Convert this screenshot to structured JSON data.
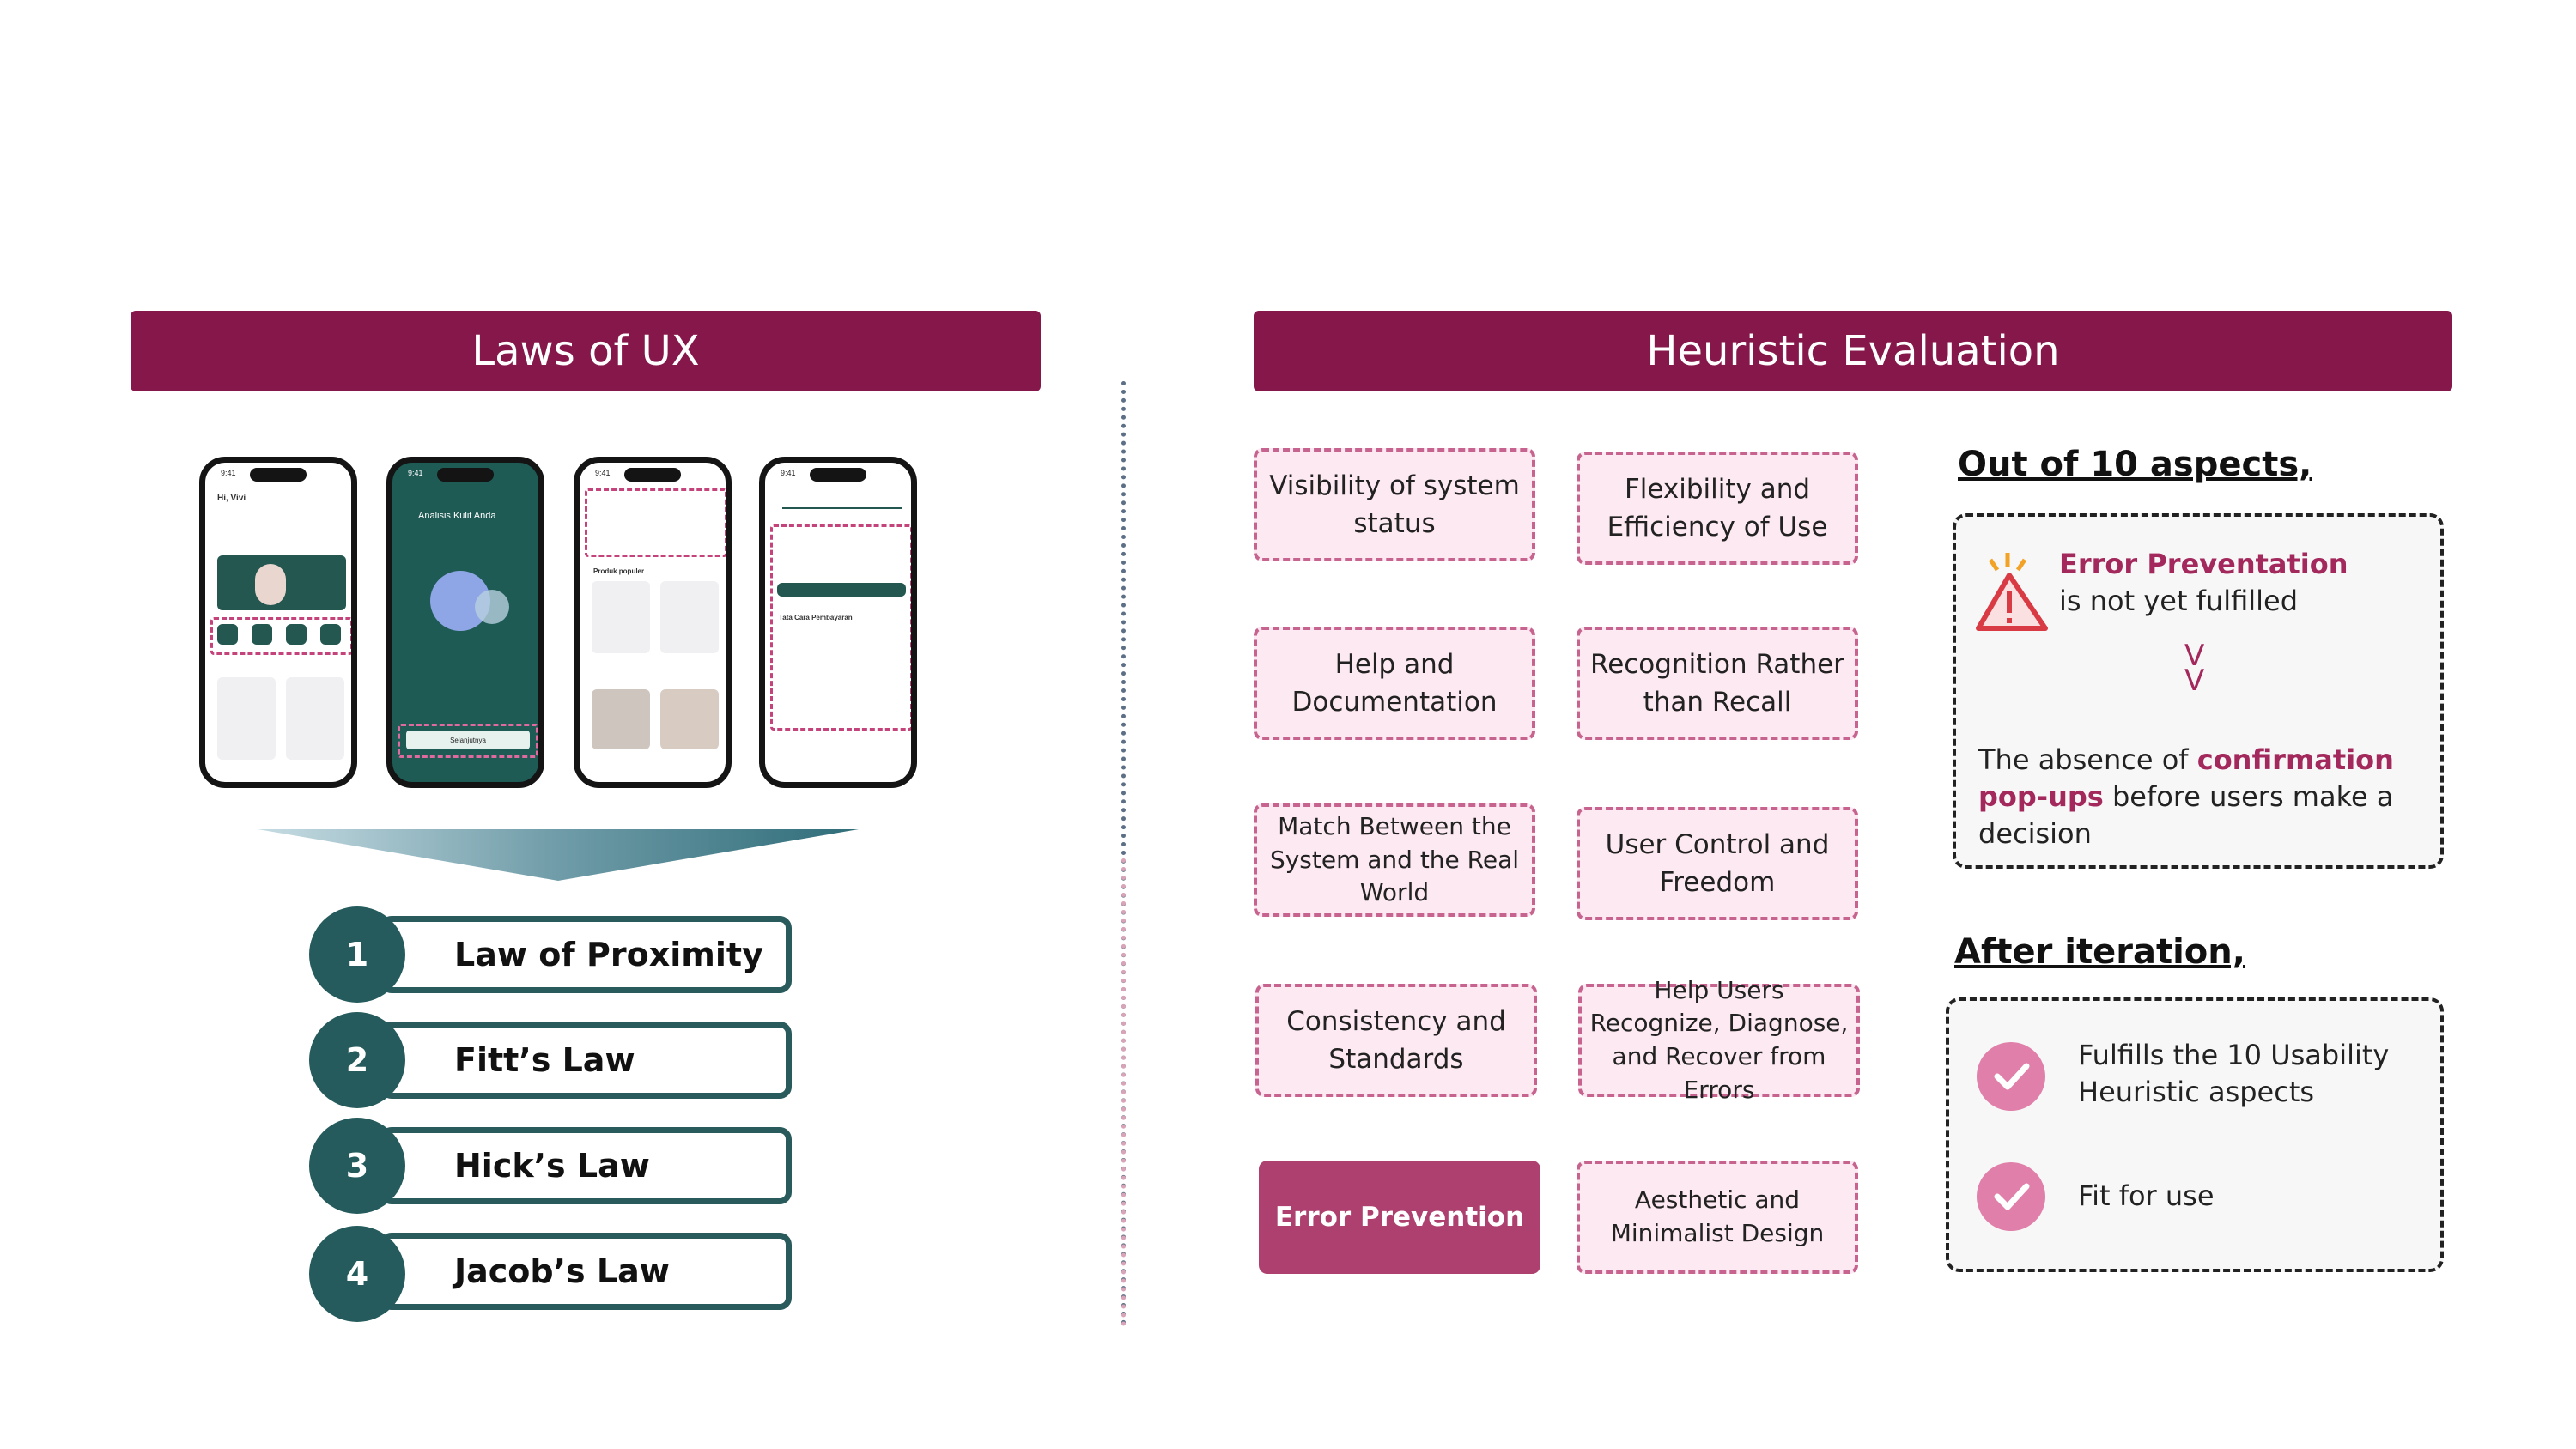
{
  "laws_panel": {
    "title": "Laws of UX",
    "phones": [
      {
        "screen": "home",
        "time": "9:41",
        "greeting": "Hi, Vivi"
      },
      {
        "screen": "skin-analysis",
        "time": "9:41",
        "title": "Analisis Kulit Anda",
        "button": "Selanjutnya"
      },
      {
        "screen": "product-list",
        "time": "9:41",
        "section": "Produk populer"
      },
      {
        "screen": "checkout",
        "time": "9:41",
        "section": "Tata Cara Pembayaran"
      }
    ],
    "laws": [
      {
        "number": "1",
        "label": "Law of Proximity"
      },
      {
        "number": "2",
        "label": "Fitt’s Law"
      },
      {
        "number": "3",
        "label": "Hick’s Law"
      },
      {
        "number": "4",
        "label": "Jacob’s Law"
      }
    ]
  },
  "heuristic_panel": {
    "title": "Heuristic Evaluation",
    "items": [
      {
        "label": "Visibility of system status",
        "highlighted": false
      },
      {
        "label": "Flexibility and Efficiency of Use",
        "highlighted": false
      },
      {
        "label": "Help and Documentation",
        "highlighted": false
      },
      {
        "label": "Recognition Rather than Recall",
        "highlighted": false
      },
      {
        "label": "Match Between the System and the Real World",
        "highlighted": false
      },
      {
        "label": "User Control and Freedom",
        "highlighted": false
      },
      {
        "label": "Consistency and Standards",
        "highlighted": false
      },
      {
        "label": "Help Users Recognize, Diagnose, and Recover from Errors",
        "highlighted": false
      },
      {
        "label": "Error Prevention",
        "highlighted": true
      },
      {
        "label": "Aesthetic and Minimalist Design",
        "highlighted": false
      }
    ]
  },
  "findings": {
    "title": "Out of 10 aspects,",
    "issue_name": "Error Preventation",
    "issue_status": "is not yet fulfilled",
    "arrow": "V\nV",
    "absence_prefix": "The absence of ",
    "absence_highlight_1": "confirmation",
    "absence_highlight_2": "pop-ups",
    "absence_suffix": " before users make a decision"
  },
  "after_iteration": {
    "title": "After iteration,",
    "results": [
      {
        "label": "Fulfills the 10 Usability Heuristic aspects"
      },
      {
        "label": "Fit for use"
      }
    ]
  },
  "colors": {
    "banner": "#85174a",
    "teal": "#255b5c",
    "pink_fill": "#fde9f1",
    "pink_border": "#c7638f",
    "highlight": "#ad406e",
    "check": "#e07fa9"
  }
}
